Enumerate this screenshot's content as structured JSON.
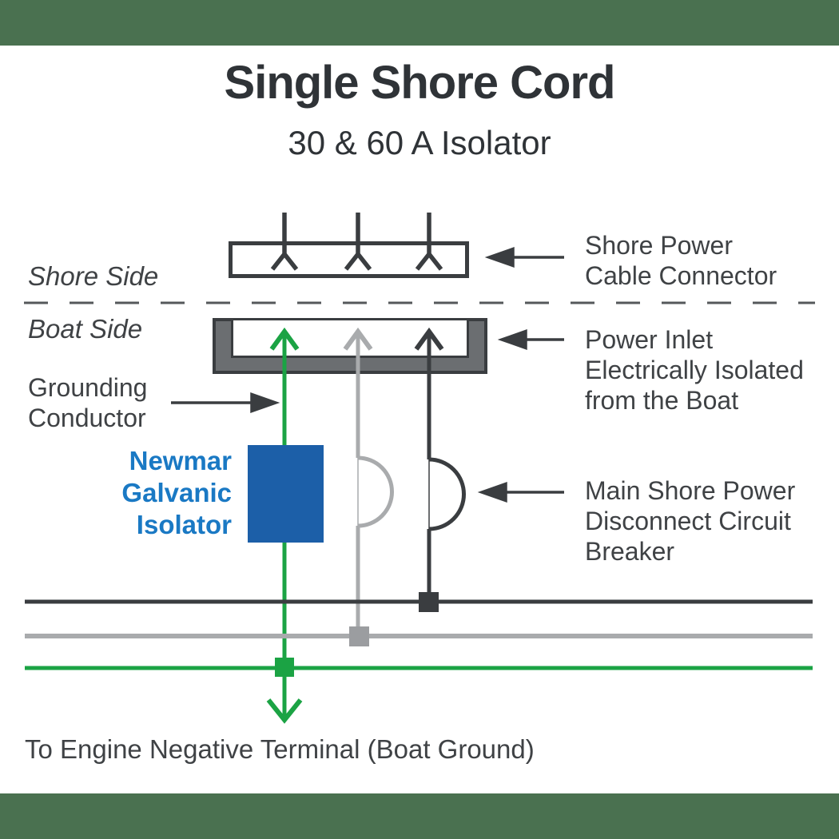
{
  "title": "Single Shore Cord",
  "subtitle": "30 & 60 A Isolator",
  "sides": {
    "shore": "Shore Side",
    "boat": "Boat Side"
  },
  "annotations": {
    "shore_connector": "Shore Power\nCable Connector",
    "power_inlet": "Power Inlet\nElectrically Isolated\nfrom the Boat",
    "grounding": "Grounding\nConductor",
    "breaker": "Main Shore Power\nDisconnect Circuit\nBreaker",
    "isolator": "Newmar\nGalvanic\nIsolator",
    "bottom": "To Engine Negative Terminal (Boat Ground)"
  },
  "colors": {
    "banner_green": "#4a7150",
    "wire_green": "#1ba344",
    "wire_gray": "#a9abad",
    "terminal_gray": "#9b9da0",
    "wire_dark": "#3a3d40",
    "inlet_gray": "#6b6e71",
    "isolator_blue": "#1c5fa8",
    "label_blue": "#1a79c4",
    "separator_gray": "#55585b",
    "text_dark": "#3f3337"
  }
}
